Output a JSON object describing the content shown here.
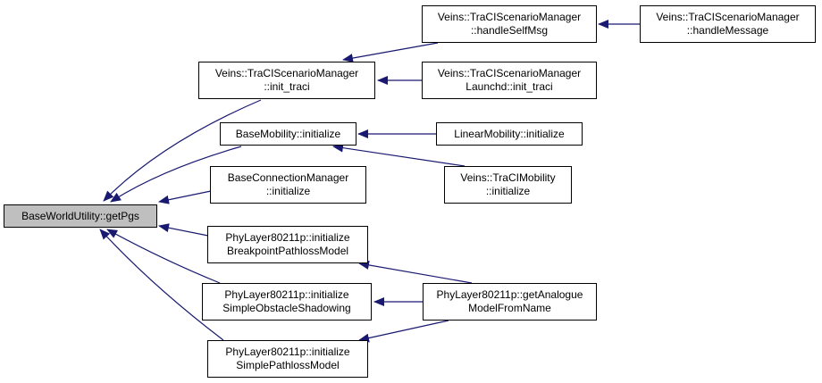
{
  "nodes": {
    "root": [
      "BaseWorldUtility::getPgs"
    ],
    "init_traci": [
      "Veins::TraCIScenarioManager",
      "::init_traci"
    ],
    "handleSelfMsg": [
      "Veins::TraCIScenarioManager",
      "::handleSelfMsg"
    ],
    "handleMessage": [
      "Veins::TraCIScenarioManager",
      "::handleMessage"
    ],
    "launchd_init": [
      "Veins::TraCIScenarioManager",
      "Launchd::init_traci"
    ],
    "basemob_init": [
      "BaseMobility::initialize"
    ],
    "linearmob_init": [
      "LinearMobility::initialize"
    ],
    "tracimob_init": [
      "Veins::TraCIMobility",
      "::initialize"
    ],
    "baseconn_init": [
      "BaseConnectionManager",
      "::initialize"
    ],
    "phy_breakpoint": [
      "PhyLayer80211p::initialize",
      "BreakpointPathlossModel"
    ],
    "phy_obstacle": [
      "PhyLayer80211p::initialize",
      "SimpleObstacleShadowing"
    ],
    "phy_simplepath": [
      "PhyLayer80211p::initialize",
      "SimplePathlossModel"
    ],
    "phy_getanalogue": [
      "PhyLayer80211p::getAnalogue",
      "ModelFromName"
    ]
  },
  "colors": {
    "edge": "#191970",
    "focus_fill": "#bfbfbf",
    "node_border": "#000000"
  }
}
